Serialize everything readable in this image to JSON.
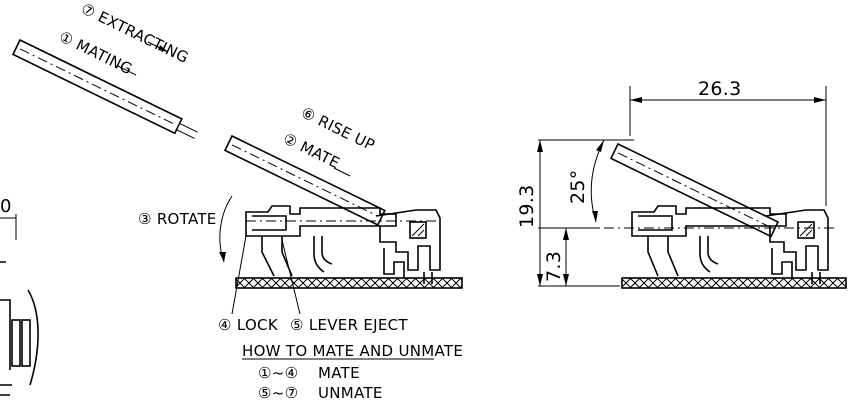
{
  "steps": {
    "s1": "① MATING",
    "s7": "⑦ EXTRACTING",
    "s2": "② MATE",
    "s6": "⑥ RISE  UP",
    "s3": "③ ROTATE",
    "s4": "④ LOCK",
    "s5": "⑤ LEVER EJECT"
  },
  "legend": {
    "title": "HOW TO MATE AND UNMATE",
    "row1_range": "①~④",
    "row1_action": "MATE",
    "row2_range": "⑤~⑦",
    "row2_action": "UNMATE"
  },
  "dimensions": {
    "width": "26.3",
    "total_height": "19.3",
    "base_height": "7.3",
    "angle": "25°"
  },
  "edge": {
    "partial_label": "0"
  }
}
